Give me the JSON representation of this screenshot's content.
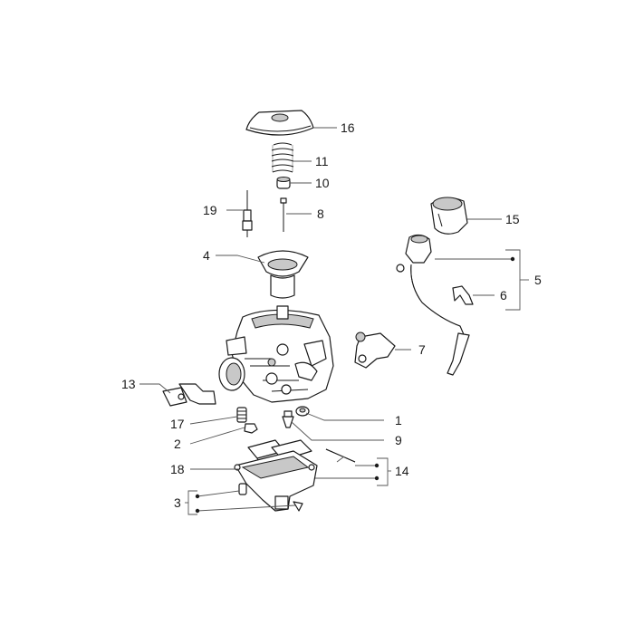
{
  "callouts": {
    "c1": "1",
    "c2": "2",
    "c3": "3",
    "c4": "4",
    "c5": "5",
    "c6": "6",
    "c7": "7",
    "c8": "8",
    "c9": "9",
    "c10": "10",
    "c11": "11",
    "c13": "13",
    "c14": "14",
    "c15": "15",
    "c16": "16",
    "c17": "17",
    "c18": "18",
    "c19": "19"
  },
  "colors": {
    "line": "#1a1a1a",
    "leader": "#555555",
    "shade": "#c8c8c8",
    "background": "#ffffff"
  }
}
